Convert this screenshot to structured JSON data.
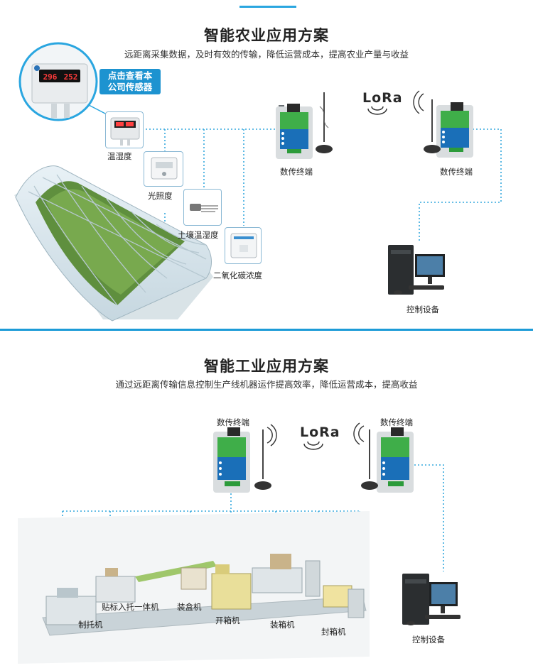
{
  "agri": {
    "title": "智能农业应用方案",
    "subtitle": "远距离采集数据，及时有效的传输，降低运营成本，提高农业产量与收益",
    "callout": [
      "点击查看本",
      "公司传感器"
    ],
    "sensors": [
      "温湿度",
      "光照度",
      "土壤温湿度",
      "二氧化碳浓度"
    ],
    "display_values": [
      "296",
      "252"
    ],
    "terminal_left": "数传终端",
    "terminal_right": "数传终端",
    "lora": "LoRa",
    "control": "控制设备"
  },
  "industry": {
    "title": "智能工业应用方案",
    "subtitle": "通过远距离传输信息控制生产线机器运作提高效率，降低运营成本，提高收益",
    "terminal_left": "数传终端",
    "terminal_right": "数传终端",
    "lora": "LoRa",
    "control": "控制设备",
    "machines": [
      "制托机",
      "贴标入托一体机",
      "装盒机",
      "开箱机",
      "装箱机",
      "封箱机"
    ]
  },
  "colors": {
    "accent": "#1c9bd7",
    "device_green": "#3fae49",
    "device_blue": "#1a6fb8",
    "dotted_line": "#35a8dd"
  }
}
